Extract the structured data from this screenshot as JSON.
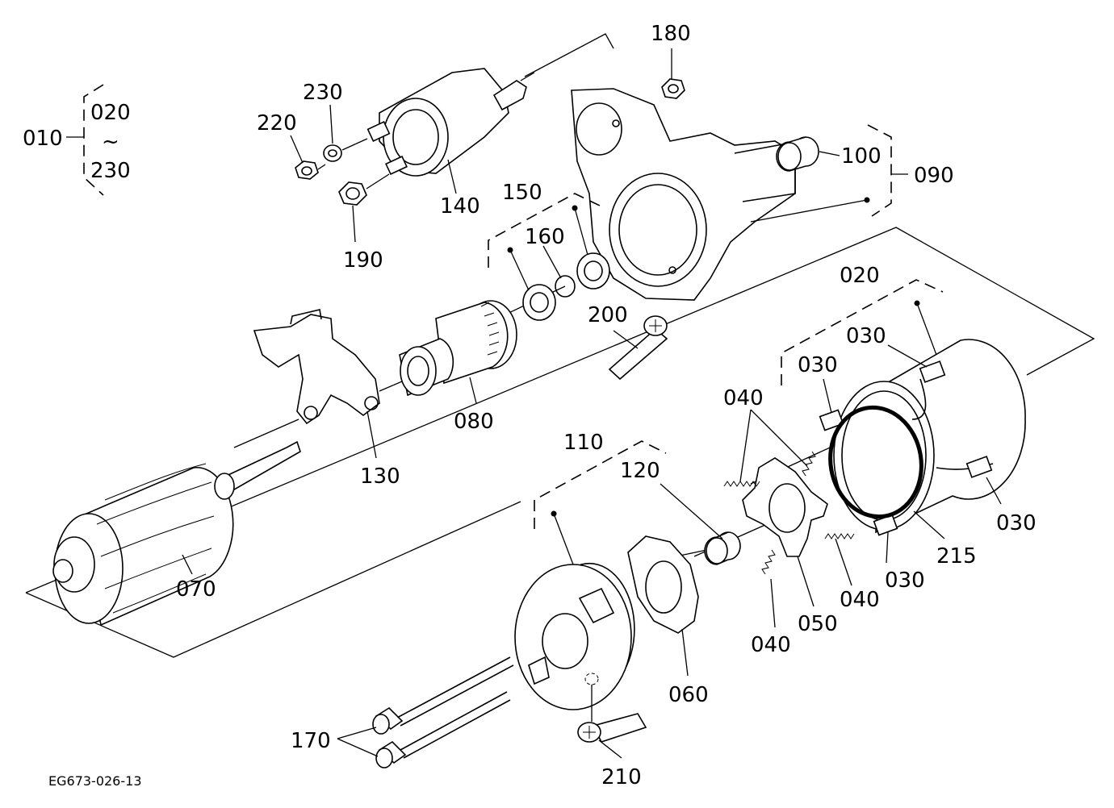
{
  "drawing_code": "EG673-026-13",
  "assembly": {
    "label": "010",
    "range_start": "020",
    "range_sep": "~",
    "range_end": "230"
  },
  "part_labels": {
    "p020": "020",
    "p030": "030",
    "p040": "040",
    "p050": "050",
    "p060": "060",
    "p070": "070",
    "p080": "080",
    "p090": "090",
    "p100": "100",
    "p110": "110",
    "p120": "120",
    "p130": "130",
    "p140": "140",
    "p150": "150",
    "p160": "160",
    "p170": "170",
    "p180": "180",
    "p190": "190",
    "p200": "200",
    "p210": "210",
    "p215": "215",
    "p220": "220",
    "p230": "230"
  }
}
